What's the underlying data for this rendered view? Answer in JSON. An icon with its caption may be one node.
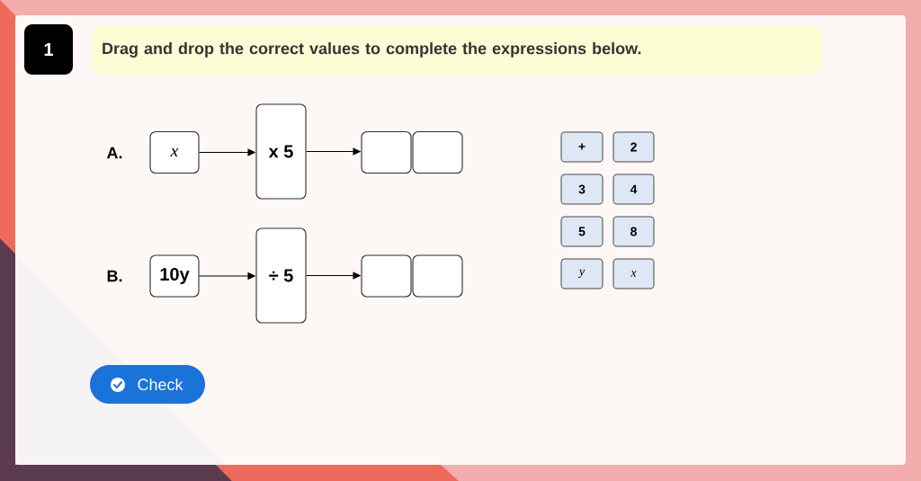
{
  "diagram": {
    "nodes": [
      {
        "text": [
          "1"
        ]
      },
      {
        "text": [
          "Drag and drop the correct values to complete the expressions below."
        ]
      },
      {
        "text": [
          "x"
        ]
      },
      {
        "text": [
          "x 5"
        ]
      },
      {
        "text": [],
        "shape": "box"
      },
      {
        "text": [],
        "shape": "box"
      },
      {
        "text": [
          "10y"
        ]
      },
      {
        "text": [
          "÷ 5"
        ]
      },
      {
        "text": [],
        "shape": "box"
      },
      {
        "text": [],
        "shape": "box"
      },
      {
        "text": [
          "+"
        ]
      },
      {
        "text": [
          "2"
        ]
      },
      {
        "text": [
          "3"
        ]
      },
      {
        "text": [
          "4"
        ]
      },
      {
        "text": [
          "5"
        ]
      },
      {
        "text": [
          "8"
        ]
      },
      {
        "text": [
          "y"
        ]
      },
      {
        "text": [
          "x"
        ]
      },
      {
        "text": [
          "Check"
        ]
      }
    ],
    "edges": [
      {
        "from": 2,
        "to": 3,
        "arrow": "to"
      },
      {
        "from": 3,
        "to": 4,
        "arrow": "to"
      },
      {
        "from": 6,
        "to": 7,
        "arrow": "to"
      },
      {
        "from": 7,
        "to": 8,
        "arrow": "to"
      }
    ],
    "labels": [
      "A.",
      "B."
    ]
  }
}
